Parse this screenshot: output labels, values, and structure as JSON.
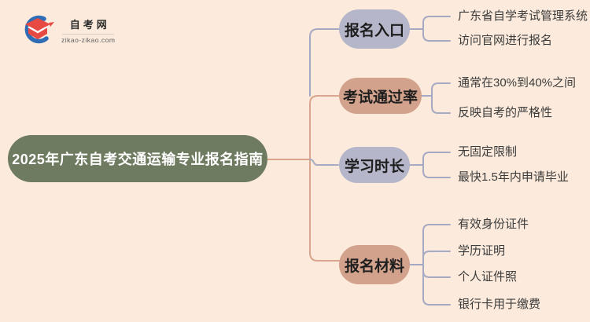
{
  "logo": {
    "site_name": "自考网",
    "site_url": "zikao-zikao.com"
  },
  "title": {
    "label": "2025年广东自考交通运输专业报名指南"
  },
  "branches": [
    {
      "label": "报名入口",
      "color": "#b5b6c9",
      "children": [
        "广东省自学考试管理系统",
        "访问官网进行报名"
      ]
    },
    {
      "label": "考试通过率",
      "color": "#d3a28c",
      "children": [
        "通常在30%到40%之间",
        "反映自考的严格性"
      ]
    },
    {
      "label": "学习时长",
      "color": "#b5b6c9",
      "children": [
        "无固定限制",
        "最快1.5年内申请毕业"
      ]
    },
    {
      "label": "报名材料",
      "color": "#d3a28c",
      "children": [
        "有效身份证件",
        "学历证明",
        "个人证件照",
        "银行卡用于缴费"
      ]
    }
  ],
  "colors": {
    "background": "#fcebdc",
    "root_node": "#6e7b60",
    "root_text": "#ffffff",
    "lavender_node": "#b5b6c9",
    "clay_node": "#d3a28c",
    "salmon_line": "#d9a58c",
    "gray_line": "#a6a9c2",
    "node_text": "#1e1e1e",
    "child_text": "#3b3b3b",
    "logo_red": "#e64a42",
    "logo_blue": "#2e6cb5"
  }
}
